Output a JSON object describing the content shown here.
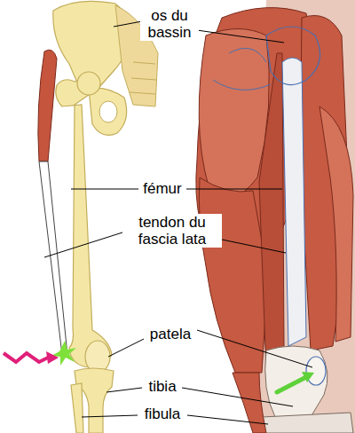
{
  "diagram": {
    "labels": [
      "os du bassin",
      "fémur",
      "tendon du fascia lata",
      "patela",
      "tibia",
      "fibula"
    ]
  }
}
